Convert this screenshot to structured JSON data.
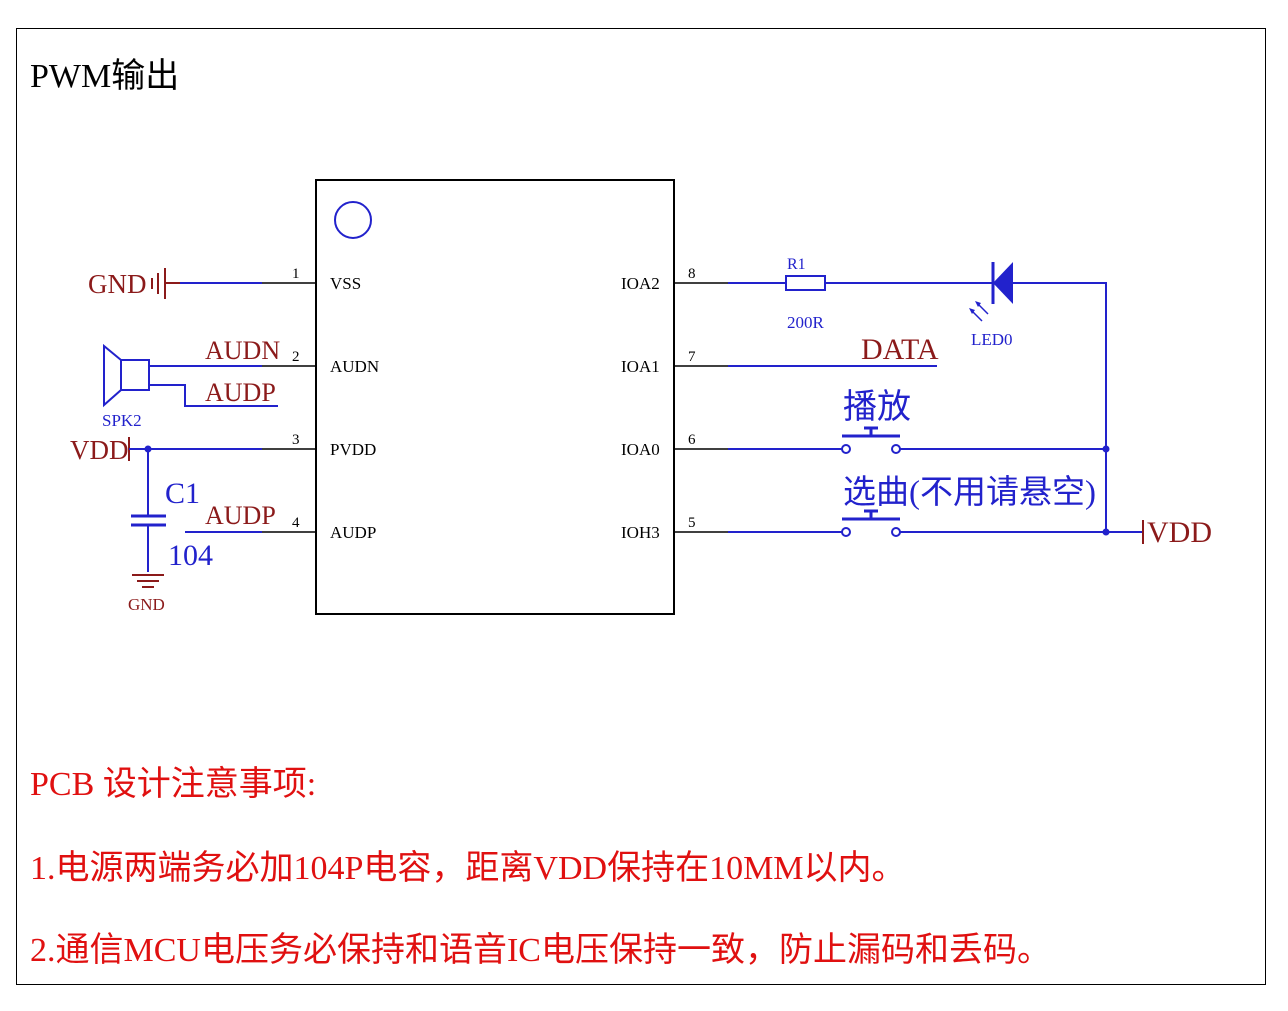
{
  "title": "PWM输出",
  "colors": {
    "wire": "#2222cc",
    "net_label": "#8b1a1a",
    "pin": "#000000",
    "note": "#e01010"
  },
  "chip": {
    "left_pins": [
      {
        "num": "1",
        "name": "VSS"
      },
      {
        "num": "2",
        "name": "AUDN"
      },
      {
        "num": "3",
        "name": "PVDD"
      },
      {
        "num": "4",
        "name": "AUDP"
      }
    ],
    "right_pins": [
      {
        "num": "8",
        "name": "IOA2"
      },
      {
        "num": "7",
        "name": "IOA1"
      },
      {
        "num": "6",
        "name": "IOA0"
      },
      {
        "num": "5",
        "name": "IOH3"
      }
    ]
  },
  "labels": {
    "gnd_top": "GND",
    "audn": "AUDN",
    "audp_speaker": "AUDP",
    "spk": "SPK2",
    "vdd_left": "VDD",
    "cap_ref": "C1",
    "cap_value": "104",
    "audp_pin4": "AUDP",
    "gnd_bottom": "GND",
    "resistor_ref": "R1",
    "resistor_value": "200R",
    "led": "LED0",
    "data": "DATA",
    "play": "播放",
    "select": "选曲(不用请悬空)",
    "vdd_right": "VDD"
  },
  "notes": {
    "heading": "PCB  设计注意事项:",
    "item1": "1.电源两端务必加104P电容，距离VDD保持在10MM以内。",
    "item2": "2.通信MCU电压务必保持和语音IC电压保持一致，防止漏码和丢码。"
  }
}
